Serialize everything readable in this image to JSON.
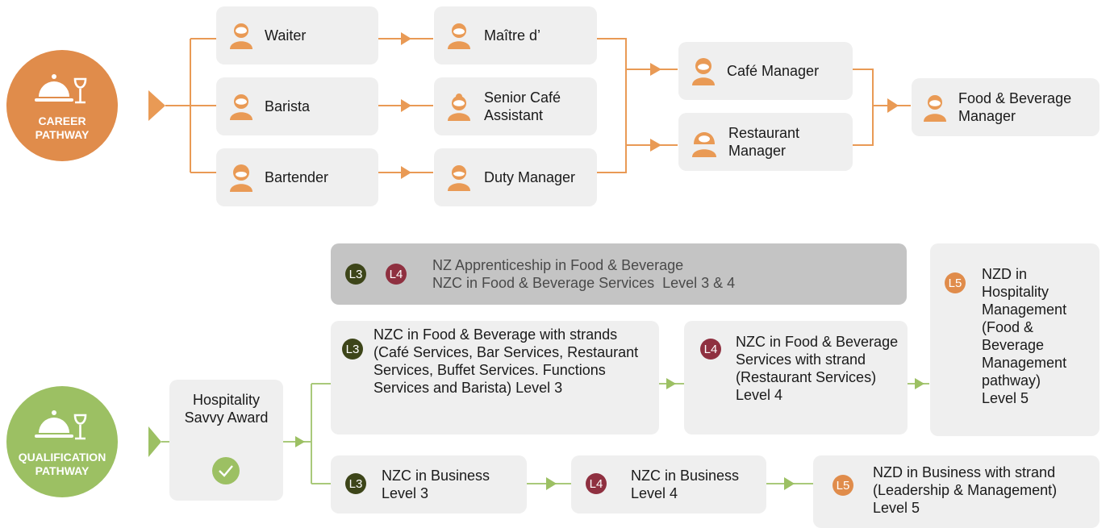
{
  "colors": {
    "career": "#e08c4b",
    "qualification": "#9cc063",
    "level3": "#3d4519",
    "level4": "#8f3040",
    "level5": "#e08c4b"
  },
  "career": {
    "circle_label": "CAREER PATHWAY",
    "icon": "cloche-wine-icon",
    "roles": {
      "waiter": "Waiter",
      "maitre": "Maître d’",
      "barista": "Barista",
      "senior_cafe": "Senior Café Assistant",
      "bartender": "Bartender",
      "duty_manager": "Duty Manager",
      "cafe_manager": "Café Manager",
      "restaurant_manager": "Restaurant Manager",
      "fb_manager": "Food & Beverage Manager"
    }
  },
  "qualification": {
    "circle_label": "QUALIFICATION PATHWAY",
    "icon": "cloche-wine-icon",
    "savvy_award": "Hospitality Savvy Award",
    "apprenticeship": {
      "badges": [
        "L3",
        "L4"
      ],
      "line1": "NZ Apprenticeship in Food & Beverage",
      "line2": "NZC in Food & Beverage Services  Level 3 & 4"
    },
    "fb_l3": {
      "badge": "L3",
      "text": "NZC in Food & Beverage with strands (Café Services, Bar Services, Restaurant Services, Buffet Services. Functions Services and Barista) Level 3"
    },
    "fb_l4": {
      "badge": "L4",
      "text": "NZC in Food & Beverage Services with strand (Restaurant Services) Level 4"
    },
    "nzd_hosp": {
      "badge": "L5",
      "text": "NZD in Hospitality Management (Food & Beverage Management pathway) Level 5"
    },
    "biz_l3": {
      "badge": "L3",
      "text": "NZC in Business Level 3"
    },
    "biz_l4": {
      "badge": "L4",
      "text": "NZC in Business Level 4"
    },
    "biz_l5": {
      "badge": "L5",
      "text": "NZD in Business with strand (Leadership & Management) Level 5"
    }
  }
}
